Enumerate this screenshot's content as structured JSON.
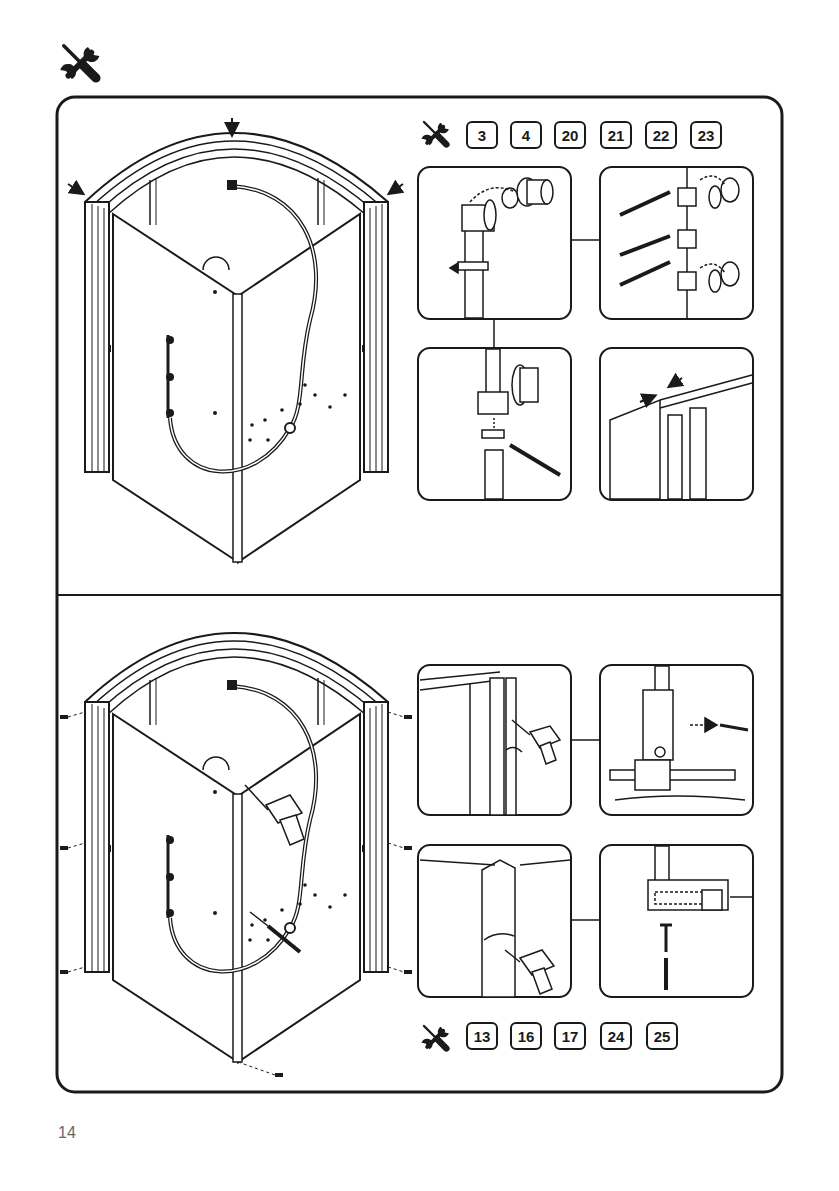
{
  "diagram": {
    "nodes": [
      {
        "text": [
          "3"
        ]
      },
      {
        "text": [
          "4"
        ]
      },
      {
        "text": [
          "20"
        ]
      },
      {
        "text": [
          "21"
        ]
      },
      {
        "text": [
          "22"
        ]
      },
      {
        "text": [
          "23"
        ]
      },
      {
        "text": [
          "13"
        ]
      },
      {
        "text": [
          "16"
        ]
      },
      {
        "text": [
          "17"
        ]
      },
      {
        "text": [
          "24"
        ]
      },
      {
        "text": [
          "25"
        ]
      }
    ],
    "labels": [
      "14"
    ]
  }
}
